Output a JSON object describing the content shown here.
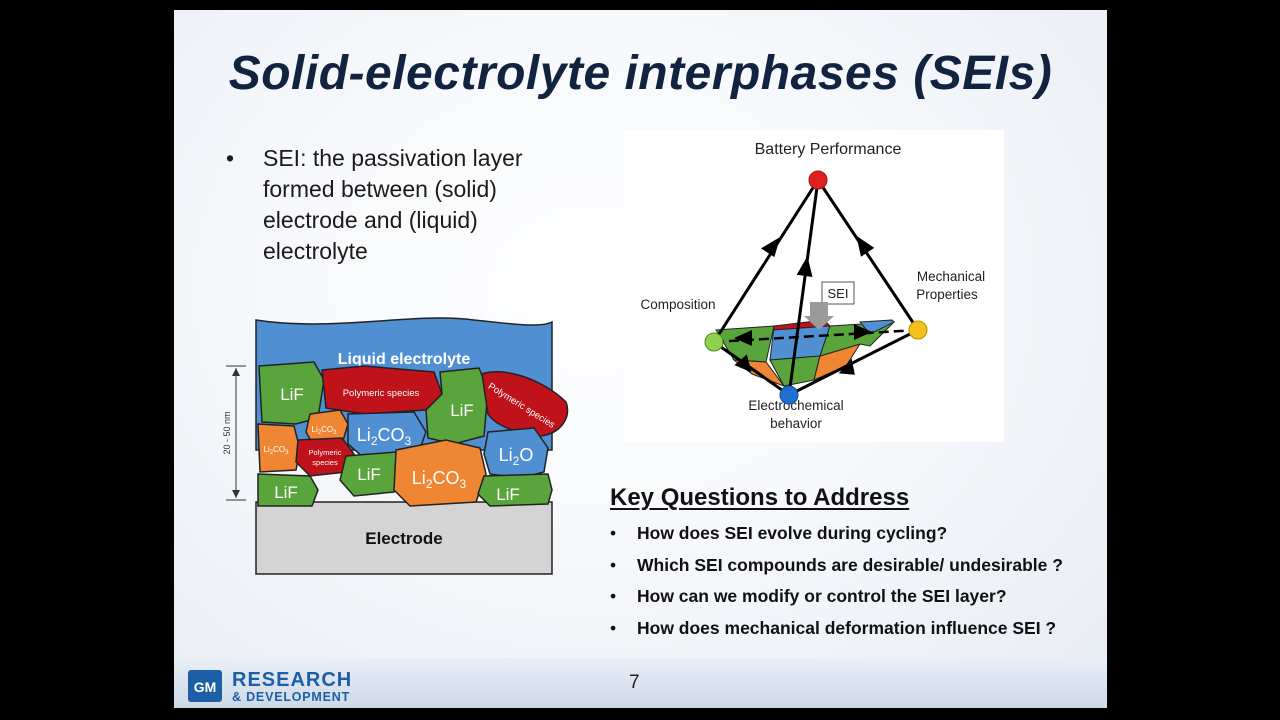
{
  "slide": {
    "title": "Solid-electrolyte interphases (SEIs)",
    "bullet": "SEI: the passivation layer formed between (solid) electrode and (liquid) electrolyte",
    "page_number": "7"
  },
  "sei_diagram": {
    "liquid_label": "Liquid electrolyte",
    "electrode_label": "Electrode",
    "thickness_label": "20 - 50 nm",
    "polymeric": "Polymeric species",
    "polymeric_short": "Polymeric",
    "polymeric_short2": "species",
    "lif": "LiF",
    "li": "Li",
    "co": "CO",
    "o": "O",
    "sub2": "2",
    "sub3": "3"
  },
  "tetrahedron": {
    "top": "Battery Performance",
    "left": "Composition",
    "right_line1": "Mechanical",
    "right_line2": "Properties",
    "bottom_line1": "Electrochemical",
    "bottom_line2": "behavior",
    "center": "SEI",
    "node_colors": {
      "top": "#e0201f",
      "left": "#8fd14f",
      "right": "#f5c21b",
      "bottom": "#1f6fd1"
    }
  },
  "key_questions": {
    "title": "Key Questions to Address",
    "items": [
      "How does SEI evolve during cycling?",
      "Which SEI compounds are desirable/ undesirable ?",
      "How can we modify or control the SEI layer?",
      "How does mechanical deformation influence SEI ?"
    ]
  },
  "footer": {
    "logo_badge": "GM",
    "logo_line1": "RESEARCH",
    "logo_line2": "& DEVELOPMENT",
    "brand_color": "#1d5fa6"
  },
  "colors": {
    "liquid": "#4f8fd2",
    "lif": "#5aa43c",
    "li2co3": "#ee8633",
    "polymeric": "#c0121a",
    "li2o": "#4f8fd2",
    "electrode": "#d4d4d4"
  }
}
